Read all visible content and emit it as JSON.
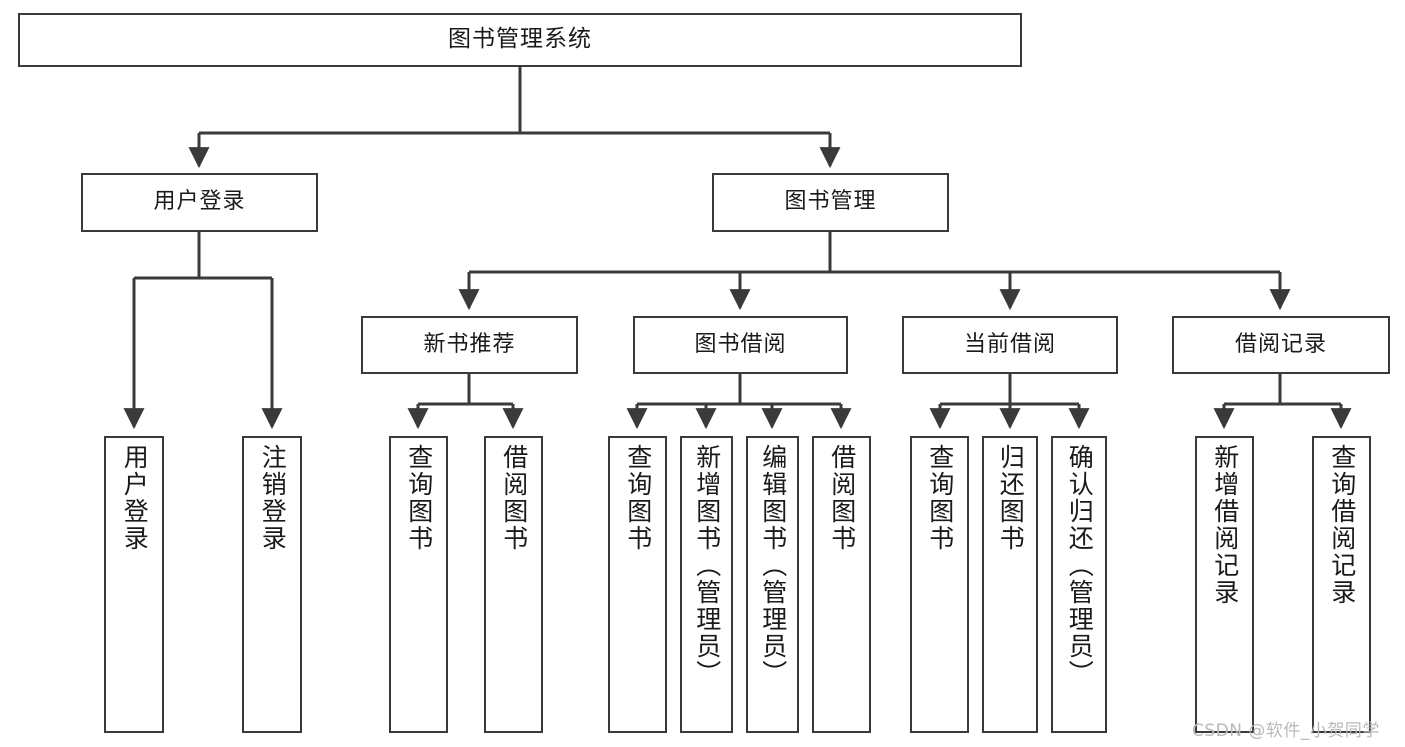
{
  "diagram": {
    "title": "图书管理系统",
    "type": "tree-hierarchy",
    "watermark": "CSDN @软件_小贺同学",
    "colors": {
      "stroke": "#3a3a3a",
      "fill": "#ffffff",
      "text": "#1a1a1a",
      "watermark": "#b9b9bd"
    }
  },
  "nodes": {
    "root": {
      "label": "图书管理系统"
    },
    "level1": [
      {
        "label": "用户登录"
      },
      {
        "label": "图书管理"
      }
    ],
    "level2": [
      {
        "label": "新书推荐"
      },
      {
        "label": "图书借阅"
      },
      {
        "label": "当前借阅"
      },
      {
        "label": "借阅记录"
      }
    ],
    "leaves": {
      "user_login": [
        {
          "label": "用户登录"
        },
        {
          "label": "注销登录"
        }
      ],
      "new_book": [
        {
          "label": "查询图书"
        },
        {
          "label": "借阅图书"
        }
      ],
      "book_borrow": [
        {
          "label": "查询图书"
        },
        {
          "label": "新增图书（管理员）"
        },
        {
          "label": "编辑图书（管理员）"
        },
        {
          "label": "借阅图书"
        }
      ],
      "current_borrow": [
        {
          "label": "查询图书"
        },
        {
          "label": "归还图书"
        },
        {
          "label": "确认归还（管理员）"
        }
      ],
      "borrow_record": [
        {
          "label": "新增借阅记录"
        },
        {
          "label": "查询借阅记录"
        }
      ]
    }
  }
}
